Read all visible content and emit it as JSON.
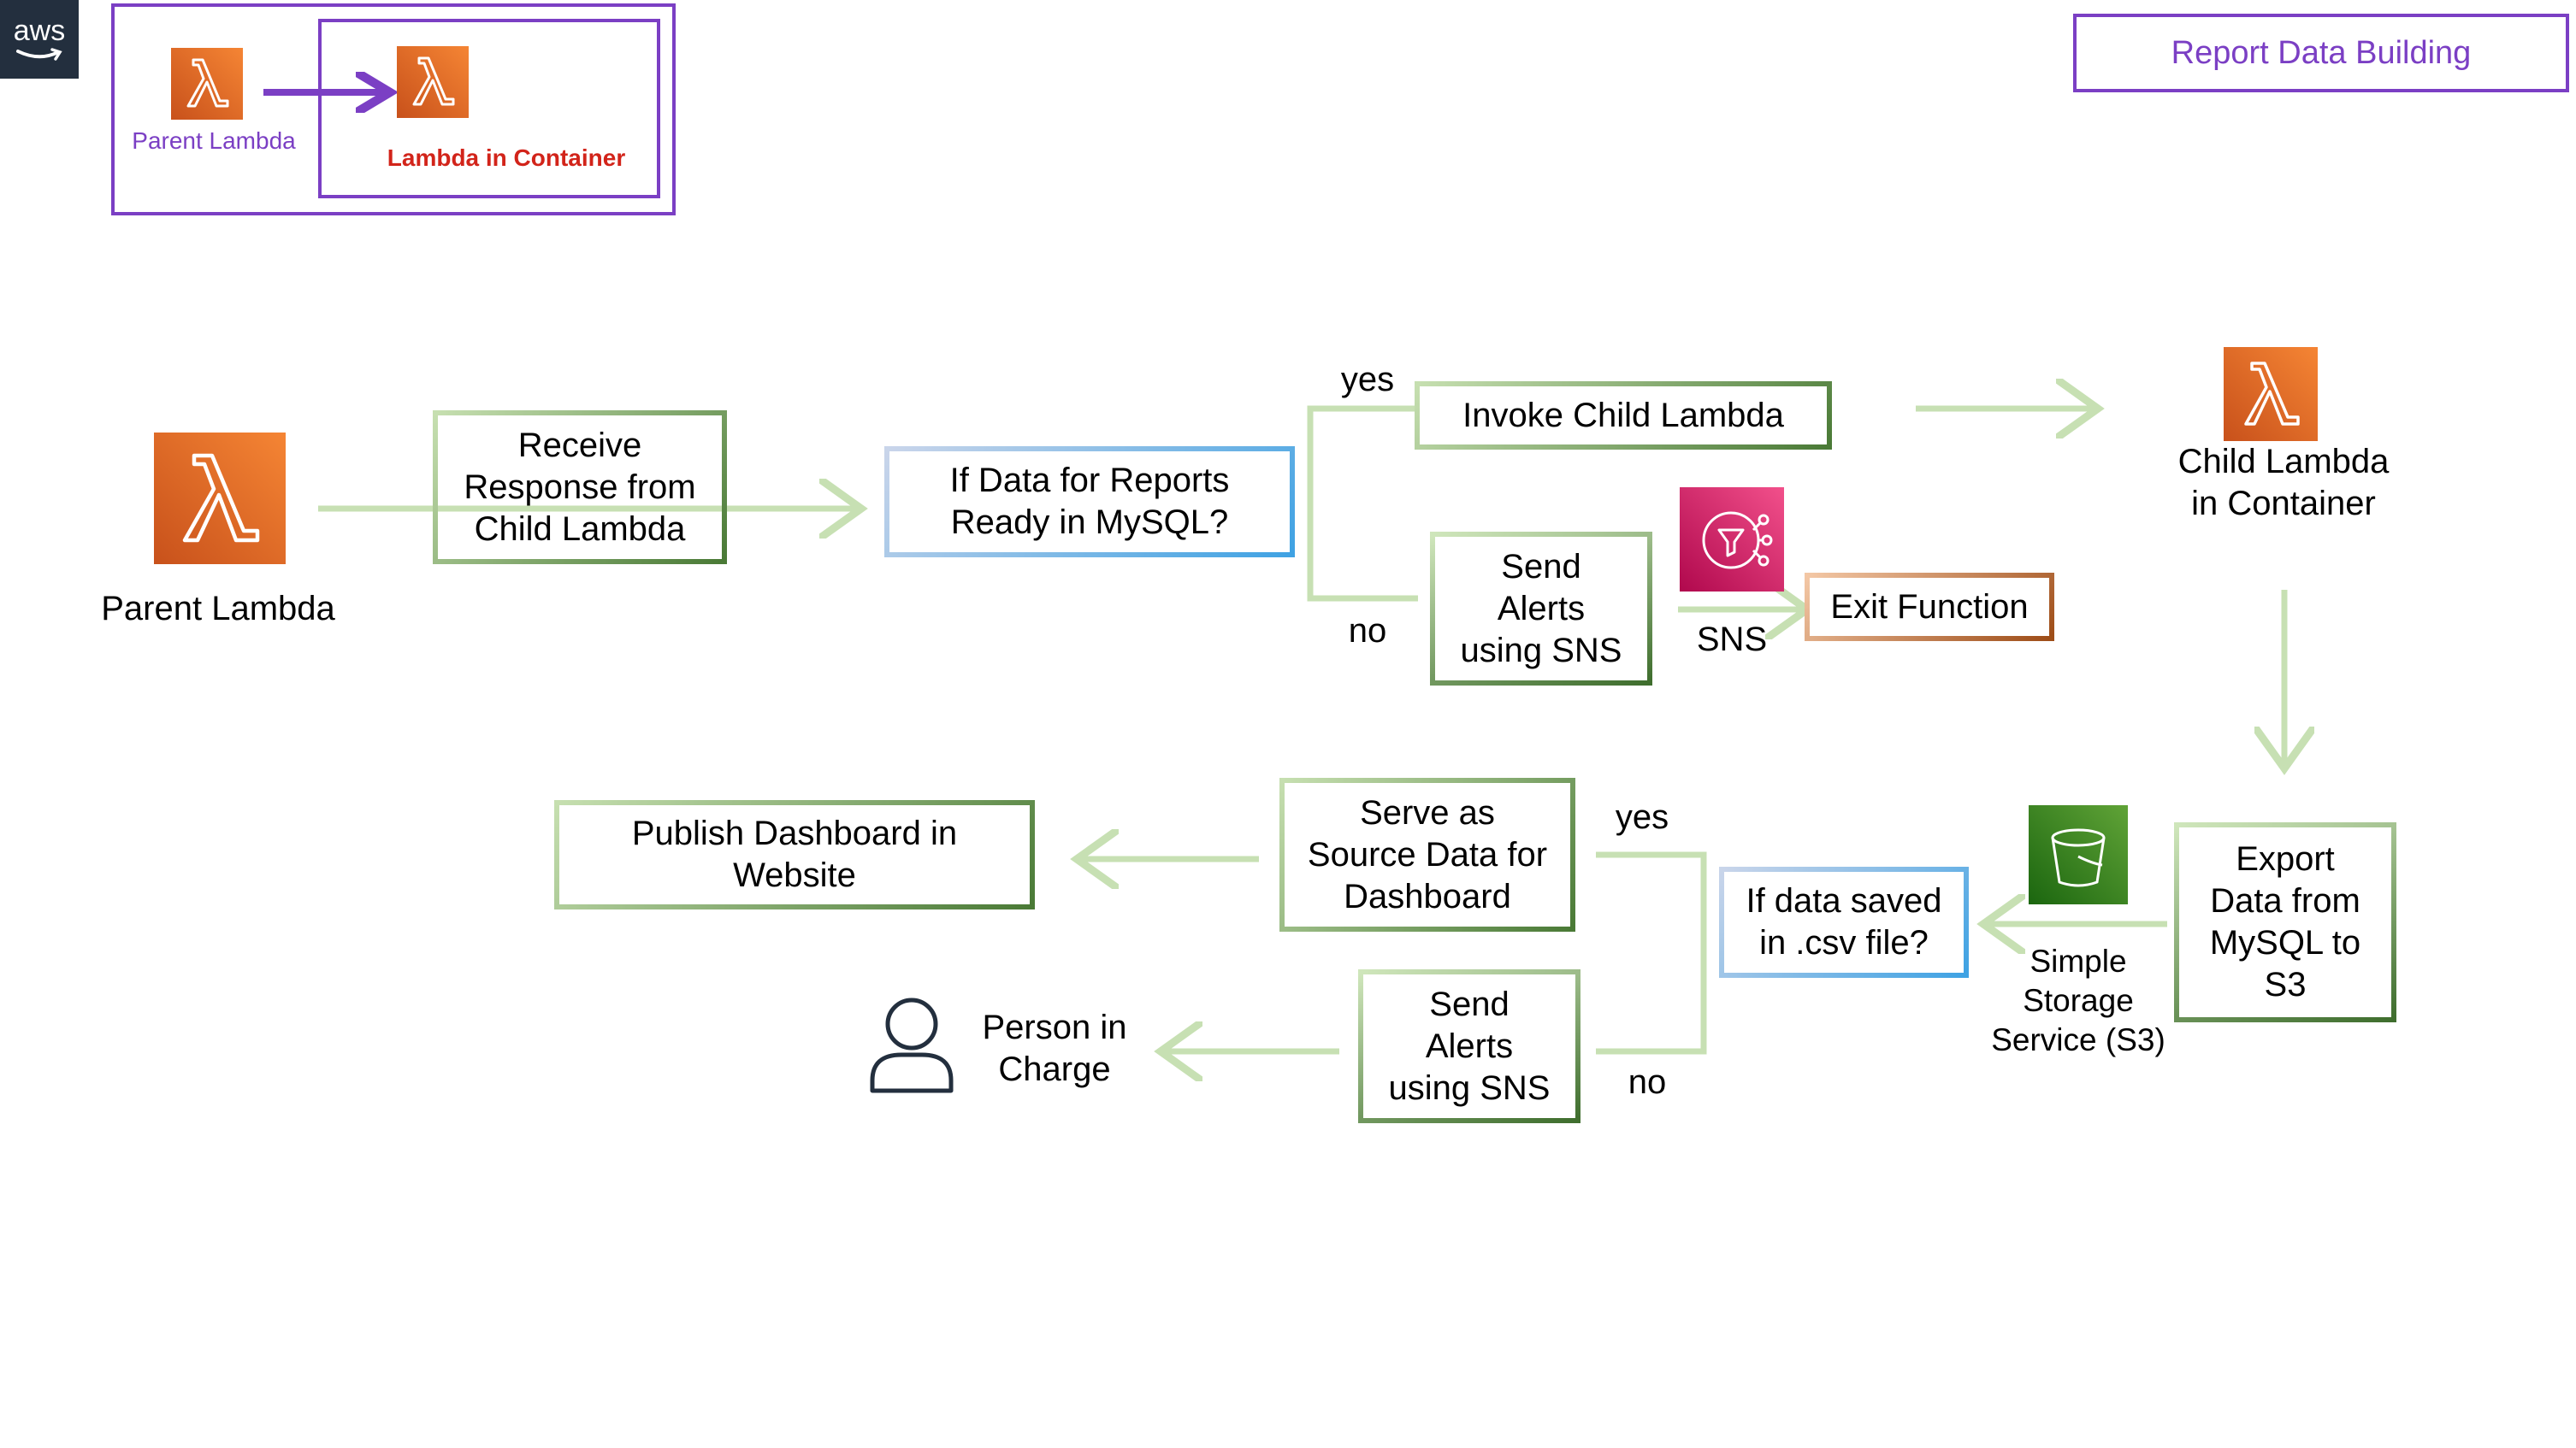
{
  "brand": {
    "logo_text": "aws",
    "badge_color": "#232f3e"
  },
  "legend": {
    "parent_label": "Parent Lambda",
    "container_label": "Lambda in Container",
    "frame_color": "#7b3fc4",
    "parent_label_color": "#7b3fc4",
    "container_label_color": "#d2241a"
  },
  "title_box": {
    "text": "Report Data Building",
    "color": "#7b3fc4"
  },
  "nodes": {
    "parent_lambda_label": "Parent Lambda",
    "receive_response": "Receive\nResponse from\nChild Lambda",
    "data_ready_question": "If Data for Reports\nReady in MySQL?",
    "yes_top": "yes",
    "no_top": "no",
    "invoke_child": "Invoke Child Lambda",
    "send_alerts_top": "Send\nAlerts\nusing SNS",
    "sns_label": "SNS",
    "exit_function": "Exit Function",
    "child_lambda_label": "Child Lambda\nin Container",
    "export_data": "Export\nData from\nMySQL to\nS3",
    "s3_label": "Simple\nStorage\nService (S3)",
    "csv_question": "If data saved\nin .csv file?",
    "yes_bottom": "yes",
    "no_bottom": "no",
    "serve_source": "Serve as\nSource Data for\nDashboard",
    "publish_dashboard": "Publish Dashboard in\nWebsite",
    "send_alerts_bottom": "Send\nAlerts\nusing SNS",
    "person_label": "Person in\nCharge"
  },
  "colors": {
    "lambda_orange_start": "#f58534",
    "lambda_orange_end": "#c8511b",
    "sns_pink_start": "#f2508b",
    "sns_pink_end": "#b0084d",
    "s3_green_start": "#60a337",
    "s3_green_end": "#1b660f",
    "connector_green": "#c7e0b3",
    "legend_arrow": "#7b3fc4"
  }
}
